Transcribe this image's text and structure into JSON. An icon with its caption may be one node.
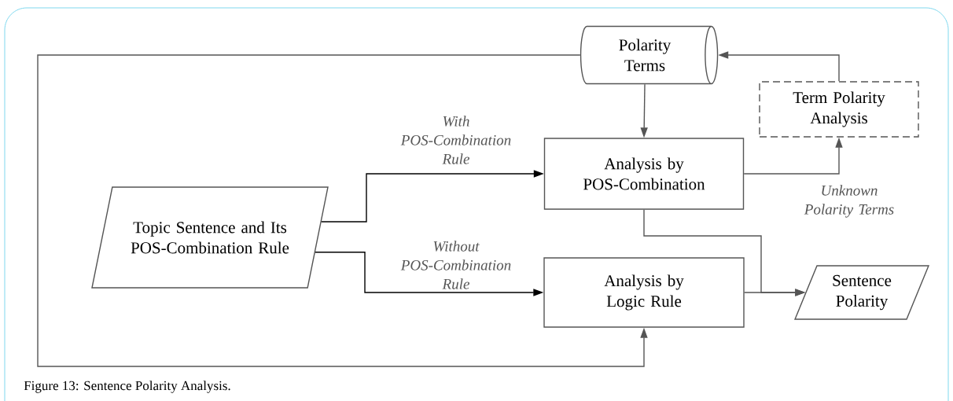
{
  "diagram": {
    "caption": "Figure 13: Sentence Polarity Analysis.",
    "nodes": [
      {
        "text": [
          "Topic Sentence and Its POS-Combination Rule"
        ]
      },
      {
        "text": [
          "Polarity Terms"
        ]
      },
      {
        "text": [
          "Term Polarity Analysis"
        ]
      },
      {
        "text": [
          "Analysis by POS-Combination"
        ]
      },
      {
        "text": [
          "Analysis by Logic Rule"
        ]
      },
      {
        "text": [
          "Sentence Polarity"
        ]
      }
    ],
    "edges": [
      {
        "from": 0,
        "to": 3,
        "arrow": "to",
        "label": "With POS-Combination Rule",
        "color": "#000000"
      },
      {
        "from": 0,
        "to": 4,
        "arrow": "to",
        "label": "Without POS-Combination Rule",
        "color": "#000000"
      },
      {
        "from": 1,
        "to": 3,
        "arrow": "to"
      },
      {
        "from": 3,
        "to": 2,
        "arrow": "to",
        "label": "Unknown Polarity Terms"
      },
      {
        "from": 2,
        "to": 1,
        "arrow": "to"
      },
      {
        "from": 1,
        "to": 4,
        "arrow": "to"
      },
      {
        "from": 3,
        "to": 5,
        "arrow": "to"
      },
      {
        "from": 4,
        "to": 5,
        "arrow": "to"
      }
    ]
  }
}
